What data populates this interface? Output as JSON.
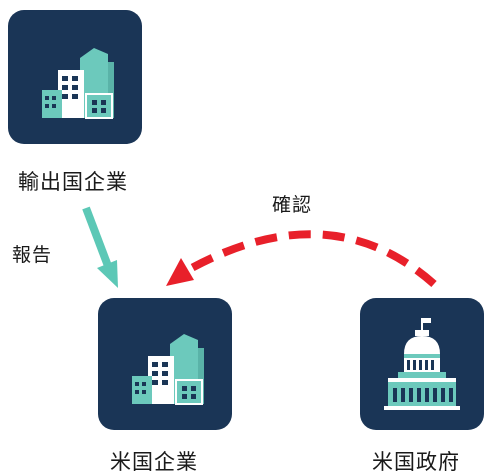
{
  "nodes": {
    "exporter": {
      "label": "輸出国企業",
      "icon": "office-buildings-icon"
    },
    "us_company": {
      "label": "米国企業",
      "icon": "office-buildings-icon"
    },
    "us_government": {
      "label": "米国政府",
      "icon": "capitol-building-icon"
    }
  },
  "edges": {
    "report": {
      "label": "報告",
      "from": "exporter",
      "to": "us_company",
      "style": "solid",
      "color": "#5cc8b6"
    },
    "confirm": {
      "label": "確認",
      "from": "us_government",
      "to": "us_company",
      "style": "dashed",
      "color": "#e8202a"
    }
  },
  "colors": {
    "tile": "#1a3556",
    "building_teal": "#6cc9bc",
    "building_white": "#ffffff"
  }
}
